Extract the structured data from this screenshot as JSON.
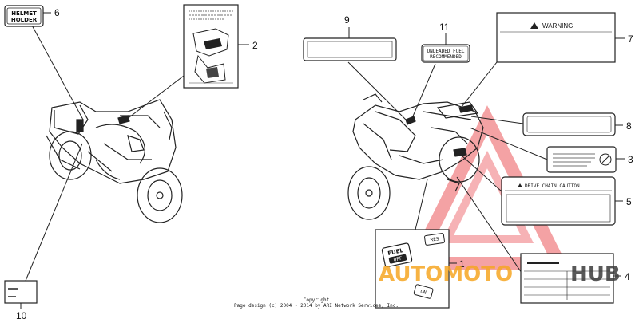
{
  "diagram": {
    "callouts": {
      "c1": "1",
      "c2": "2",
      "c3": "3",
      "c4": "4",
      "c5": "5",
      "c6": "6",
      "c7": "7",
      "c8": "8",
      "c9": "9",
      "c10": "10",
      "c11": "11"
    },
    "labels": {
      "helmet_line1": "HELMET",
      "helmet_line2": "HOLDER",
      "unleaded_line1": "UNLEADED FUEL",
      "unleaded_line2": "RECOMMENDED",
      "warning": "WARNING",
      "drive_chain": "DRIVE CHAIN CAUTION",
      "fuel": "FUEL",
      "off": "OFF",
      "res": "RES",
      "on": "ON"
    },
    "copyright_line1": "Copyright",
    "copyright_line2": "Page design (c) 2004 - 2014 by ARI Network Services, Inc.",
    "watermark": {
      "part1": "AUTOMOTO",
      "part2": "HUB",
      "color_red": "#e8383d",
      "color_orange": "#f6a623",
      "color_dark": "#3b3b3b"
    }
  }
}
